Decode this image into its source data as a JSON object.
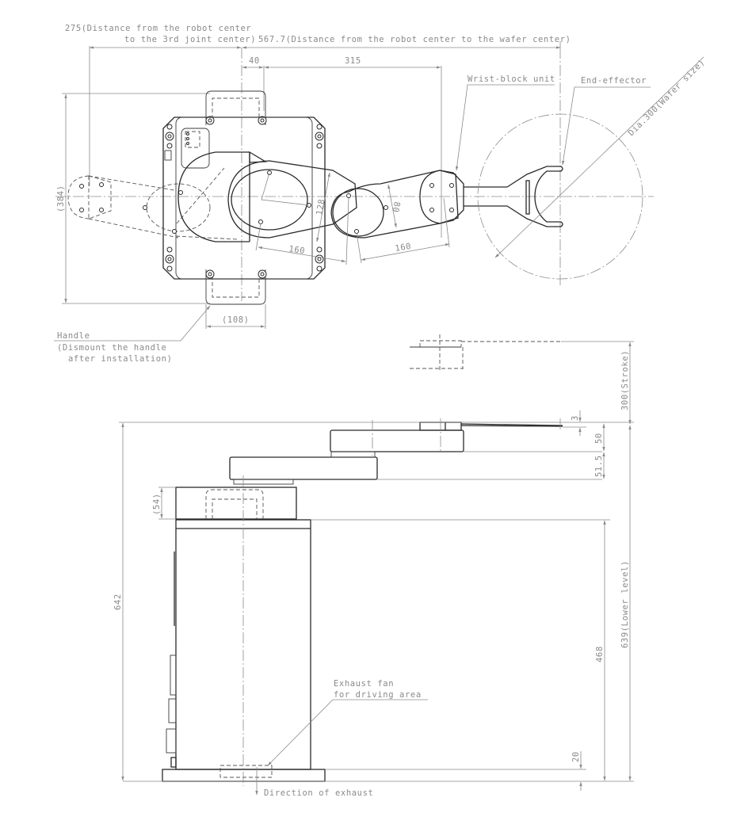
{
  "drawing": {
    "title": "Robot arm dimension drawing (top view and side view)",
    "top_view": {
      "dimensions": {
        "dist_center_to_3rd_joint_line1": "275(Distance from the robot center",
        "dist_center_to_3rd_joint_line2": "to the 3rd joint center)",
        "dist_center_to_wafer": "567.7(Distance from the robot center to the wafer center)",
        "offset_40": "40",
        "span_315": "315",
        "height_384": "(384)",
        "link1_128": "128",
        "link1_160": "160",
        "link2_80": "80",
        "link2_160": "160",
        "handle_108": "(108)",
        "wafer_diameter": "Dia.300(Wafer size)"
      },
      "labels": {
        "wrist_block": "Wrist-block unit",
        "end_effector": "End-effector",
        "handle_line1": "Handle",
        "handle_line2": "(Dismount the handle",
        "handle_line3": "after installation)"
      }
    },
    "side_view": {
      "dimensions": {
        "stroke": "300(Stroke)",
        "thickness_3": "3",
        "arm_50": "50",
        "arm_51_5": "51.5",
        "flange_54": "(54)",
        "total_642": "642",
        "body_468": "468",
        "lower_level_639": "639(Lower level)",
        "base_20": "20"
      },
      "labels": {
        "exhaust_fan_line1": "Exhaust fan",
        "exhaust_fan_line2": "for driving area",
        "exhaust_direction": "Direction of exhaust"
      }
    }
  }
}
